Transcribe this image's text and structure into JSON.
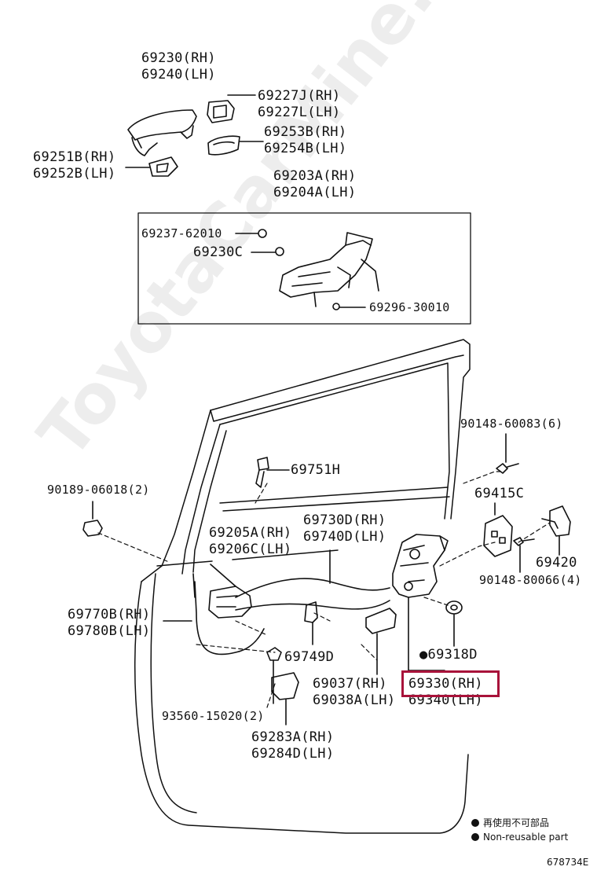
{
  "watermark": "ToyotaCarMine.ru",
  "parts": {
    "handle_outer": [
      "69230(RH)",
      "69240(LH)"
    ],
    "cover_front": [
      "69227J(RH)",
      "69227L(LH)"
    ],
    "pad": [
      "69253B(RH)",
      "69254B(LH)"
    ],
    "cover_rear": [
      "69251B(RH)",
      "69252B(LH)"
    ],
    "frame": [
      "69203A(RH)",
      "69204A(LH)"
    ],
    "bolt_a": "69237-62010",
    "clip": "69230C",
    "screw_b": "69296-30010",
    "bolt_c": "90148-60083(6)",
    "cylinder": "69751H",
    "plate": "69415C",
    "nut": "90189-06018(2)",
    "cable_a": [
      "69730D(RH)",
      "69740D(LH)"
    ],
    "handle_inner": [
      "69205A(RH)",
      "69206C(LH)"
    ],
    "striker": "69420",
    "screw_d": "90148-80066(4)",
    "cable_b": [
      "69770B(RH)",
      "69780B(LH)"
    ],
    "clip_b": "69749D",
    "seal": "●69318D",
    "lock_sel": [
      "69037(RH)",
      "69038A(LH)"
    ],
    "lock": [
      "69330(RH)",
      "69340(LH)"
    ],
    "screw_e": "93560-15020(2)",
    "cover_b": [
      "69283A(RH)",
      "69284D(LH)"
    ]
  },
  "legend": {
    "line1": "再使用不可部品",
    "line2": "Non-reusable part"
  },
  "figure_code": "678734E",
  "highlight_color": "#a8123a"
}
